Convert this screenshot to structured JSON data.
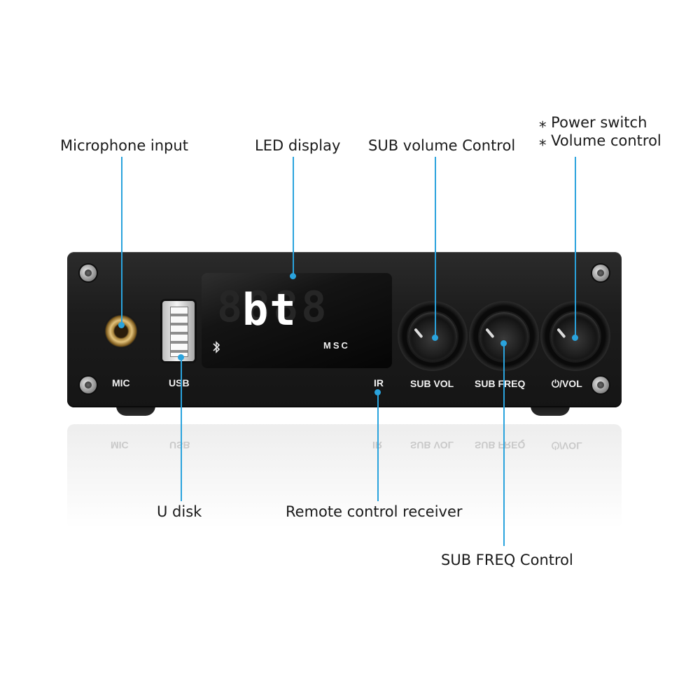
{
  "callouts": {
    "microphone": "Microphone input",
    "led": "LED display",
    "sub_volume": "SUB volume Control",
    "power": "⁎ Power switch",
    "volume": "⁎ Volume control",
    "udisk": "U disk",
    "remote": "Remote control receiver",
    "sub_freq": "SUB FREQ Control"
  },
  "panel_labels": {
    "mic": "MIC",
    "usb": "USB",
    "ir": "IR",
    "sub_vol": "SUB VOL",
    "sub_freq": "SUB FREQ",
    "vol": "⏻/VOL"
  },
  "display": {
    "text": "bt",
    "indicator": "MSC",
    "icon": "bluetooth-icon"
  },
  "colors": {
    "callout_line": "#2aa3dd",
    "device_body": "#1c1c1c",
    "background": "#ffffff"
  }
}
